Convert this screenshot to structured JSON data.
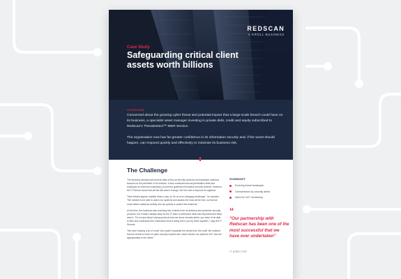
{
  "header": {
    "logo": "REDSCAN",
    "logo_sub": "A KROLL BUSINESS",
    "case_label": "Case Study",
    "title": "Safeguarding critical client assets worth billions"
  },
  "overview": {
    "label": "OVERVIEW",
    "p1": "Concerned about the growing cyber threat and potential impact that a large-scale breach could have on its business, a specialist asset manager investing in private debt, credit and equity subscribed to Redscan's ThreatDetect™ MDR Service.",
    "p2": "The organisation now has far greater confidence in its information security and, if the worst should happen, can respond quickly and effectively to minimise its business risk."
  },
  "challenge": {
    "heading": "The Challenge",
    "paragraphs": [
      "The business already had several state-of-the-art security systems and hardware solutions focused on the perimeter of its network. It also conducted annual penetration tests and employed an external consultancy to perform quarterly information security reviews. However, the IT Director knew that all this still wasn't enough: the firm had to improve its vigilance.",
      "\"New threats appear multiple times a day, so it's an ever-changing landscape,\" he explains. \"We needed to be able to watch our systems and assess the risks all the time, so that we could detect malicious activity and act quickly to protect the business.\"",
      "At the time, the business was receiving lots of alerts from its antivirus and perimeter security products, but it wasn't always easy for the IT team to determine what was important and what wasn't. \"It's not just about having products that can issue security alerts; you have to be able to filter and understand the information that is being fed to you by these systems,\" says the IT Director.",
      "\"We were hearing a lot of 'noise' but couldn't separate the wheat from the chaff. We realised that we needed a team of cyber security experts who could monitor our systems 24/7 and act appropriately to the alerts.\""
    ]
  },
  "summary": {
    "label": "SUMMARY",
    "items": [
      "Evolving threat landscape",
      "Overwhelmed by security alerts",
      "Need for 24/7 monitoring"
    ]
  },
  "quote": {
    "mark": "“",
    "text": "\"Our partnership with Redscan has been one of the most successful that we have ever undertaken\"",
    "attribution": "IT DIRECTOR"
  },
  "colors": {
    "accent": "#e0284a",
    "navy": "#1d2a41"
  }
}
